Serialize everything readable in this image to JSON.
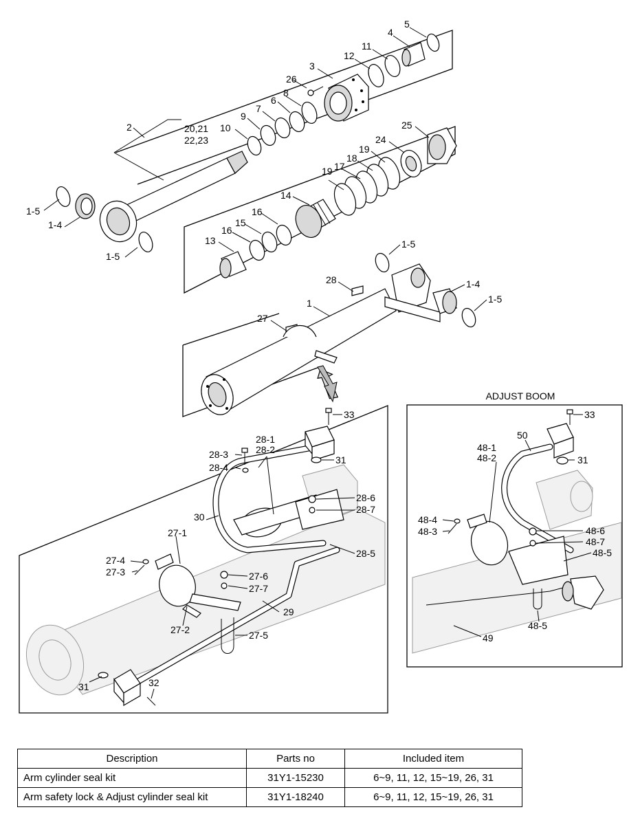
{
  "diagram": {
    "adjust_title": "ADJUST BOOM",
    "labels": {
      "l_5": "5",
      "l_4": "4",
      "l_11": "11",
      "l_12": "12",
      "l_3": "3",
      "l_26": "26",
      "l_8": "8",
      "l_6": "6",
      "l_7": "7",
      "l_9": "9",
      "l_10": "10",
      "l_2": "2",
      "l_20_21": "20,21",
      "l_22_23": "22,23",
      "l_25": "25",
      "l_24": "24",
      "l_19a": "19",
      "l_18": "18",
      "l_17": "17",
      "l_19b": "19",
      "l_14": "14",
      "l_16a": "16",
      "l_15": "15",
      "l_16b": "16",
      "l_13": "13",
      "l_1_5a": "1-5",
      "l_1_4a": "1-4",
      "l_1_5b": "1-5",
      "l_1_5c": "1-5",
      "l_28": "28",
      "l_1_4b": "1-4",
      "l_1_5d": "1-5",
      "l_1": "1",
      "l_27": "27",
      "l_33a": "33",
      "l_28_1": "28-1",
      "l_28_2": "28-2",
      "l_28_3": "28-3",
      "l_28_4": "28-4",
      "l_31a": "31",
      "l_30": "30",
      "l_28_6": "28-6",
      "l_28_7": "28-7",
      "l_28_5": "28-5",
      "l_27_1": "27-1",
      "l_27_4": "27-4",
      "l_27_3": "27-3",
      "l_27_6": "27-6",
      "l_27_7": "27-7",
      "l_29": "29",
      "l_27_2": "27-2",
      "l_27_5": "27-5",
      "l_31b": "31",
      "l_32": "32",
      "l_33b": "33",
      "l_50": "50",
      "l_48_1": "48-1",
      "l_48_2": "48-2",
      "l_31c": "31",
      "l_48_4": "48-4",
      "l_48_3": "48-3",
      "l_48_6": "48-6",
      "l_48_7": "48-7",
      "l_48_5a": "48-5",
      "l_48_5b": "48-5",
      "l_49": "49"
    }
  },
  "kit_table": {
    "headers": {
      "description": "Description",
      "parts_no": "Parts no",
      "included": "Included item"
    },
    "rows": [
      {
        "description": "Arm cylinder seal kit",
        "parts_no": "31Y1-15230",
        "included": "6~9, 11, 12, 15~19, 26, 31"
      },
      {
        "description": "Arm safety lock & Adjust cylinder seal kit",
        "parts_no": "31Y1-18240",
        "included": "6~9, 11, 12, 15~19, 26, 31"
      }
    ]
  }
}
